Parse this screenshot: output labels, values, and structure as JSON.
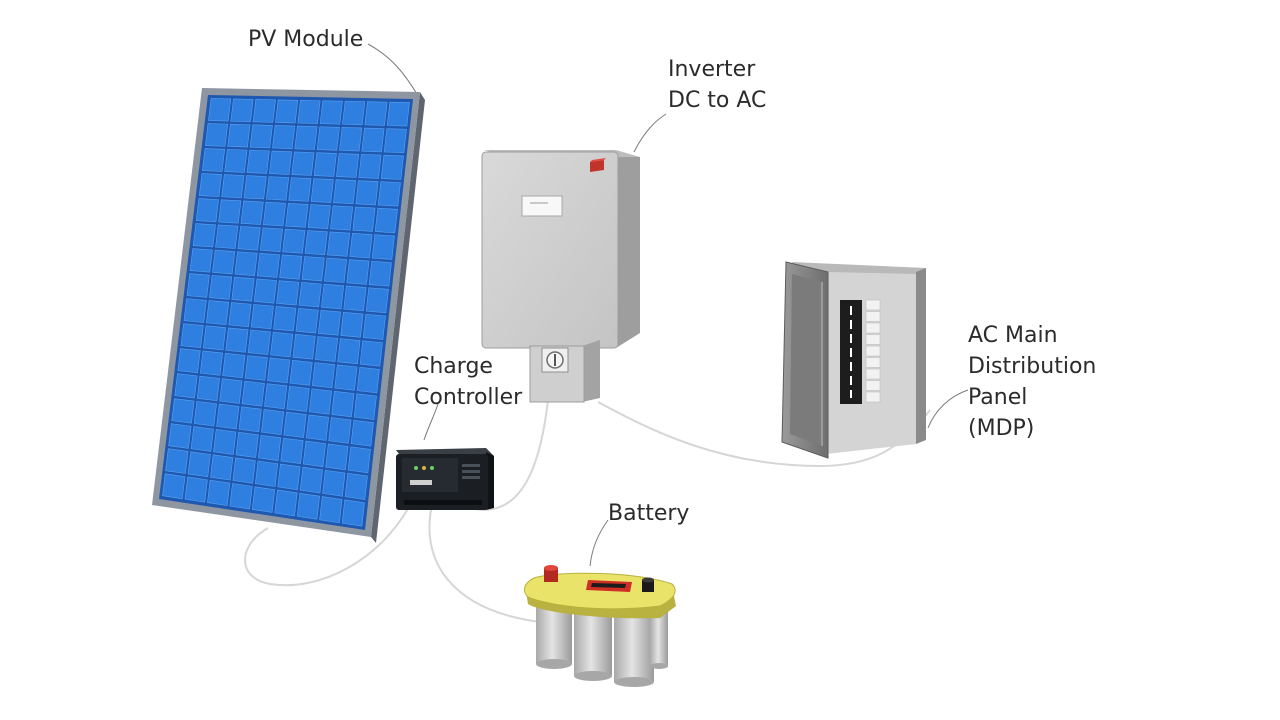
{
  "labels": {
    "pv_module": "PV Module",
    "inverter": [
      "Inverter",
      "DC to AC"
    ],
    "charge_controller": [
      "Charge",
      "Controller"
    ],
    "mdp": [
      "AC Main",
      "Distribution",
      "Panel",
      "(MDP)"
    ],
    "battery": "Battery"
  },
  "colors": {
    "panel_frame": "#8e96a2",
    "cell": "#2f7fe0",
    "cell_highlight": "#5aa2f0",
    "panel_backing": "#1e58b0",
    "inverter_body": "#d2d2d2",
    "battery_top": "#e9e36a",
    "battery_cells": "#c9c9c9",
    "controller_body": "#1b1f24",
    "wire": "#d6d6d6"
  },
  "panel_grid": {
    "columns": 9,
    "rows": 16
  }
}
